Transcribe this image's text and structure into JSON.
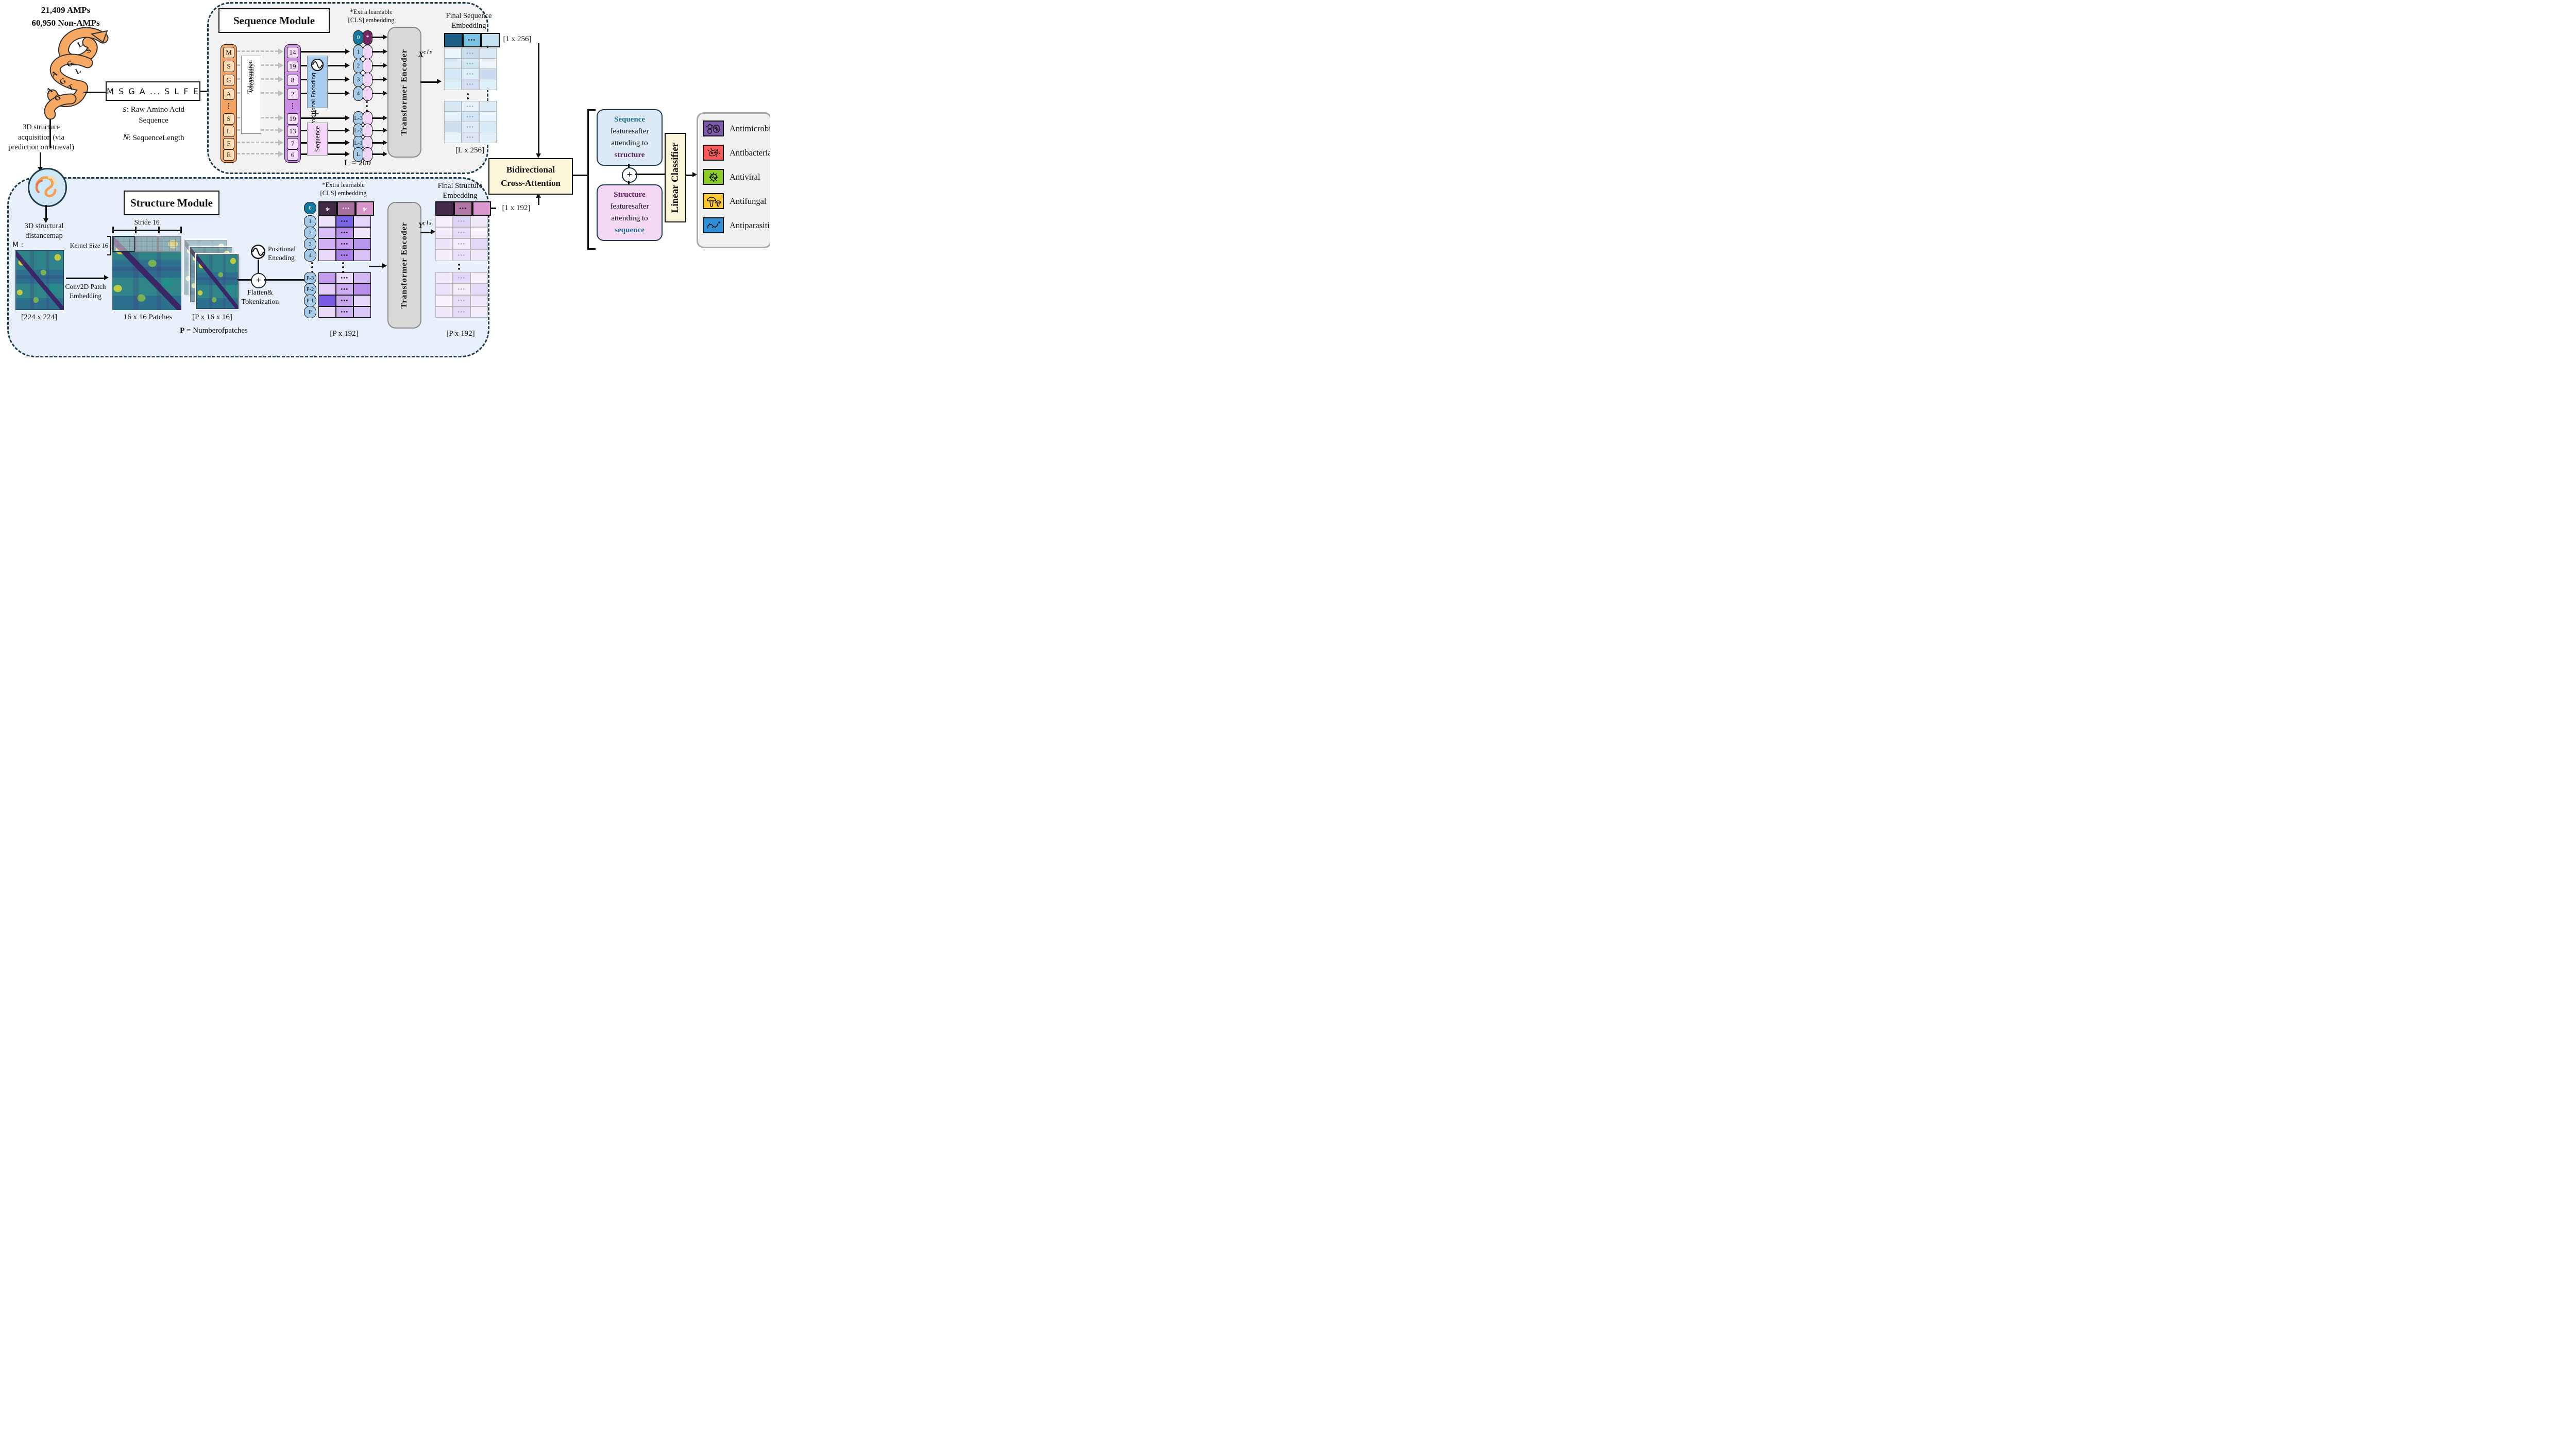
{
  "dataset": {
    "line1": "21,409 AMPs",
    "line2": "60,950 Non-AMPs"
  },
  "helix_letters": [
    "L",
    "S",
    "G",
    "L",
    "A",
    "G",
    "T",
    "A",
    "G"
  ],
  "acquisition": {
    "lines": [
      "3D structure",
      "acquisition (via",
      "prediction orretrieval)"
    ]
  },
  "sequence_input": {
    "box": "M S G A ... S L F E",
    "s_sym": "s",
    "s_text": ": Raw Amino Acid",
    "s_text2": "Sequence",
    "n_sym": "N",
    "n_text": ": SequenceLength"
  },
  "sequence_module": {
    "title": "Sequence Module",
    "cls_note": [
      "*Extra learnable",
      "[CLS] embedding"
    ],
    "amino_tokens": [
      "M",
      "S",
      "G",
      "A",
      "⋮",
      "S",
      "L",
      "F",
      "E"
    ],
    "tokenizer_labels": [
      "Tokenization",
      "Vocabulary"
    ],
    "token_ids": [
      "14",
      "19",
      "8",
      "2",
      "⋮",
      "19",
      "13",
      "7",
      "6"
    ],
    "pos_enc": "Positional Encoding",
    "plus": "+",
    "seq_emb": "Sequence",
    "pairs": [
      "0",
      "1",
      "2",
      "3",
      "4",
      "L-3",
      "L-2",
      "L-1",
      "L"
    ],
    "pair_cls_star": "*",
    "transformer": "Transformer Encoder",
    "seq_len_b": "L",
    "seq_len": " = 200",
    "final": {
      "title": [
        "Final Sequence",
        "Embedding"
      ],
      "cls_label": "X",
      "cls_sup": "c l s",
      "dim_row": "[1 x 256]",
      "dim_matrix": "[L x 256]"
    }
  },
  "structure_module": {
    "title": "Structure Module",
    "distmap_label": [
      "3D structural",
      "distancemap"
    ],
    "m_label": "M :",
    "dim_map": "[224 x 224]",
    "conv_label": [
      "Conv2D Patch",
      "Embedding"
    ],
    "stride": "Stride 16",
    "kernel": "Kernel Size 16",
    "patches_label": "16 x 16 Patches",
    "stack_dim": "[P x 16 x 16]",
    "p_def_b": "P",
    "p_def": " = Numberofpatches",
    "pos_enc": [
      "Positional",
      "Encoding"
    ],
    "flatten": [
      "Flatten&",
      "Tokenization"
    ],
    "plus": "+",
    "cls_note": [
      "*Extra learnable",
      "[CLS] embedding"
    ],
    "tokens": [
      "0",
      "1",
      "2",
      "3",
      "4",
      "P-3",
      "P-2",
      "P-1",
      "P"
    ],
    "cls_star": "*",
    "matrix_dim": "[P x 192]",
    "transformer": "Transformer Encoder",
    "final": {
      "title": [
        "Final Structure",
        "Embedding"
      ],
      "cls_label": "Y",
      "cls_sup": "c l s",
      "dim_row": "[1 x 192]",
      "dim_matrix": "[P x 192]"
    }
  },
  "fusion": {
    "cross_attention": [
      "Bidirectional",
      "Cross-Attention"
    ],
    "seq_feat": {
      "head": "Sequence",
      "l2": "featuresafter",
      "l3": "attending to",
      "tail": "structure"
    },
    "struct_feat": {
      "head": "Structure",
      "l2": "featuresafter",
      "l3": "attending to",
      "tail": "sequence"
    },
    "plus": "+",
    "classifier": "Linear Classifier"
  },
  "outputs": {
    "items": [
      {
        "label": "Antimicrobial",
        "color": "#7c58a8"
      },
      {
        "label": "Antibacterial",
        "color": "#fc5a5a"
      },
      {
        "label": "Antiviral",
        "color": "#8ccd2a"
      },
      {
        "label": "Antifungal",
        "color": "#fcc72e"
      },
      {
        "label": "Antiparasitic",
        "color": "#2e8fd8"
      }
    ]
  },
  "matrices": {
    "final_seq": {
      "cls": [
        "#1d5f84",
        "#7cc2e2",
        "#c6e3f2"
      ],
      "block1": [
        [
          "#eaf4fb",
          "#c9dcee",
          "#dceaf6"
        ],
        [
          "#ddeefa",
          "#cfe8f0",
          "#eef5fb"
        ],
        [
          "#d3e9f7",
          "#dceef6",
          "#cdd9f0"
        ],
        [
          "#def0fa",
          "#d5def2",
          "#dff0fa"
        ]
      ],
      "block2": [
        [
          "#d7e7f4",
          "#eaf2fb",
          "#dcecf8"
        ],
        [
          "#e3f1fb",
          "#d3e6f5",
          "#e8f3fc"
        ],
        [
          "#cfdff0",
          "#dfeaf8",
          "#d6e9f6"
        ],
        [
          "#e7f4fc",
          "#dde4f5",
          "#e2f0fa"
        ]
      ]
    },
    "struct_in": {
      "cls": [
        "#402a45",
        "#a76f9b",
        "#d994cb"
      ],
      "block1": [
        [
          "#efe3fb",
          "#7b63e8",
          "#e4d4f9"
        ],
        [
          "#d9bdf6",
          "#b38de9",
          "#f2e8fc"
        ],
        [
          "#d2aff2",
          "#c49bee",
          "#b897ec"
        ],
        [
          "#e9dafa",
          "#a87fe8",
          "#d9c2f5"
        ]
      ],
      "block2": [
        [
          "#c49cee",
          "#ead9fa",
          "#d4b8f3"
        ],
        [
          "#e2cef8",
          "#cdaaf1",
          "#bb90ea"
        ],
        [
          "#7a5ce4",
          "#c9a4ef",
          "#e6d6fa"
        ],
        [
          "#e8dbfa",
          "#cfb2f2",
          "#dcc8f6"
        ]
      ]
    },
    "final_struct": {
      "cls": [
        "#46294a",
        "#b277a4",
        "#db97cd"
      ],
      "block1": [
        [
          "#f6effb",
          "#ded5f6",
          "#efe9fa"
        ],
        [
          "#f2eafa",
          "#e6dcf8",
          "#f7f1fc"
        ],
        [
          "#ede4f9",
          "#f3edfb",
          "#e3d8f7"
        ],
        [
          "#f4eefb",
          "#e9e0f8",
          "#f0e8fa"
        ]
      ],
      "block2": [
        [
          "#f0e8fa",
          "#e2d6f7",
          "#f5effb"
        ],
        [
          "#ece2f9",
          "#f4eefb",
          "#e6dbf8"
        ],
        [
          "#f7f2fc",
          "#e9def8",
          "#efe7fa"
        ],
        [
          "#f1e9fa",
          "#e5daf7",
          "#f3edfb"
        ]
      ]
    }
  },
  "colors": {
    "module_border": "#1e3c4e",
    "seq_module_bg": "#f2f2f3",
    "struct_module_bg": "#e8f0fb",
    "amino_col": "#f4a263",
    "amino_cell": "#fcdcb2",
    "id_col": "#cd8ce6",
    "id_cell": "#f6defc",
    "pos_enc_bg": "#a9cef2",
    "seq_emb_bg": "#f5d5f8",
    "pair_token": "#a6cbe8",
    "pair_partner": "#f0d5f7",
    "pair_cls": "#15799e",
    "pair_cls_partner": "#722765",
    "transformer_bg": "#d9d9d9",
    "cross_attention_bg": "#fbf6da",
    "classifier_bg": "#fbf6da",
    "seq_feat_bg": "#dce9f7",
    "struct_feat_bg": "#f3d7f3",
    "teal_text": "#1f6e8e",
    "purple_text": "#5e2160",
    "xcls": "#1c6fb8",
    "ycls": "#5d1f5d",
    "outputs_bg": "#f1f1f1",
    "protein_circle_bg": "#cfe8f8"
  }
}
